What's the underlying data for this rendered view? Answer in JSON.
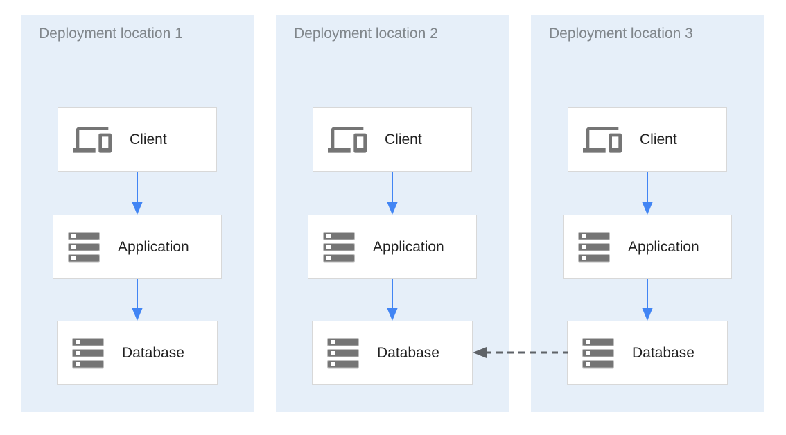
{
  "diagram": {
    "panels": [
      {
        "title": "Deployment location 1",
        "nodes": [
          {
            "label": "Client",
            "icon": "devices-icon"
          },
          {
            "label": "Application",
            "icon": "storage-icon"
          },
          {
            "label": "Database",
            "icon": "storage-icon"
          }
        ]
      },
      {
        "title": "Deployment location 2",
        "nodes": [
          {
            "label": "Client",
            "icon": "devices-icon"
          },
          {
            "label": "Application",
            "icon": "storage-icon"
          },
          {
            "label": "Database",
            "icon": "storage-icon"
          }
        ]
      },
      {
        "title": "Deployment location 3",
        "nodes": [
          {
            "label": "Client",
            "icon": "devices-icon"
          },
          {
            "label": "Application",
            "icon": "storage-icon"
          },
          {
            "label": "Database",
            "icon": "storage-icon"
          }
        ]
      }
    ],
    "flow_arrows": "Client to Application to Database, solid blue downward arrows in each panel",
    "replication_arrow": {
      "from": "Database (Deployment location 3)",
      "to": "Database (Deployment location 2)",
      "style": "dashed",
      "direction": "left"
    },
    "colors": {
      "panel_background": "#e6eff9",
      "node_background": "#ffffff",
      "node_border": "#d8d8d8",
      "flow_arrow": "#4285f4",
      "replication_arrow": "#5f6368",
      "icon": "#757575",
      "panel_title_text": "#80868b",
      "node_label_text": "#212121"
    }
  }
}
